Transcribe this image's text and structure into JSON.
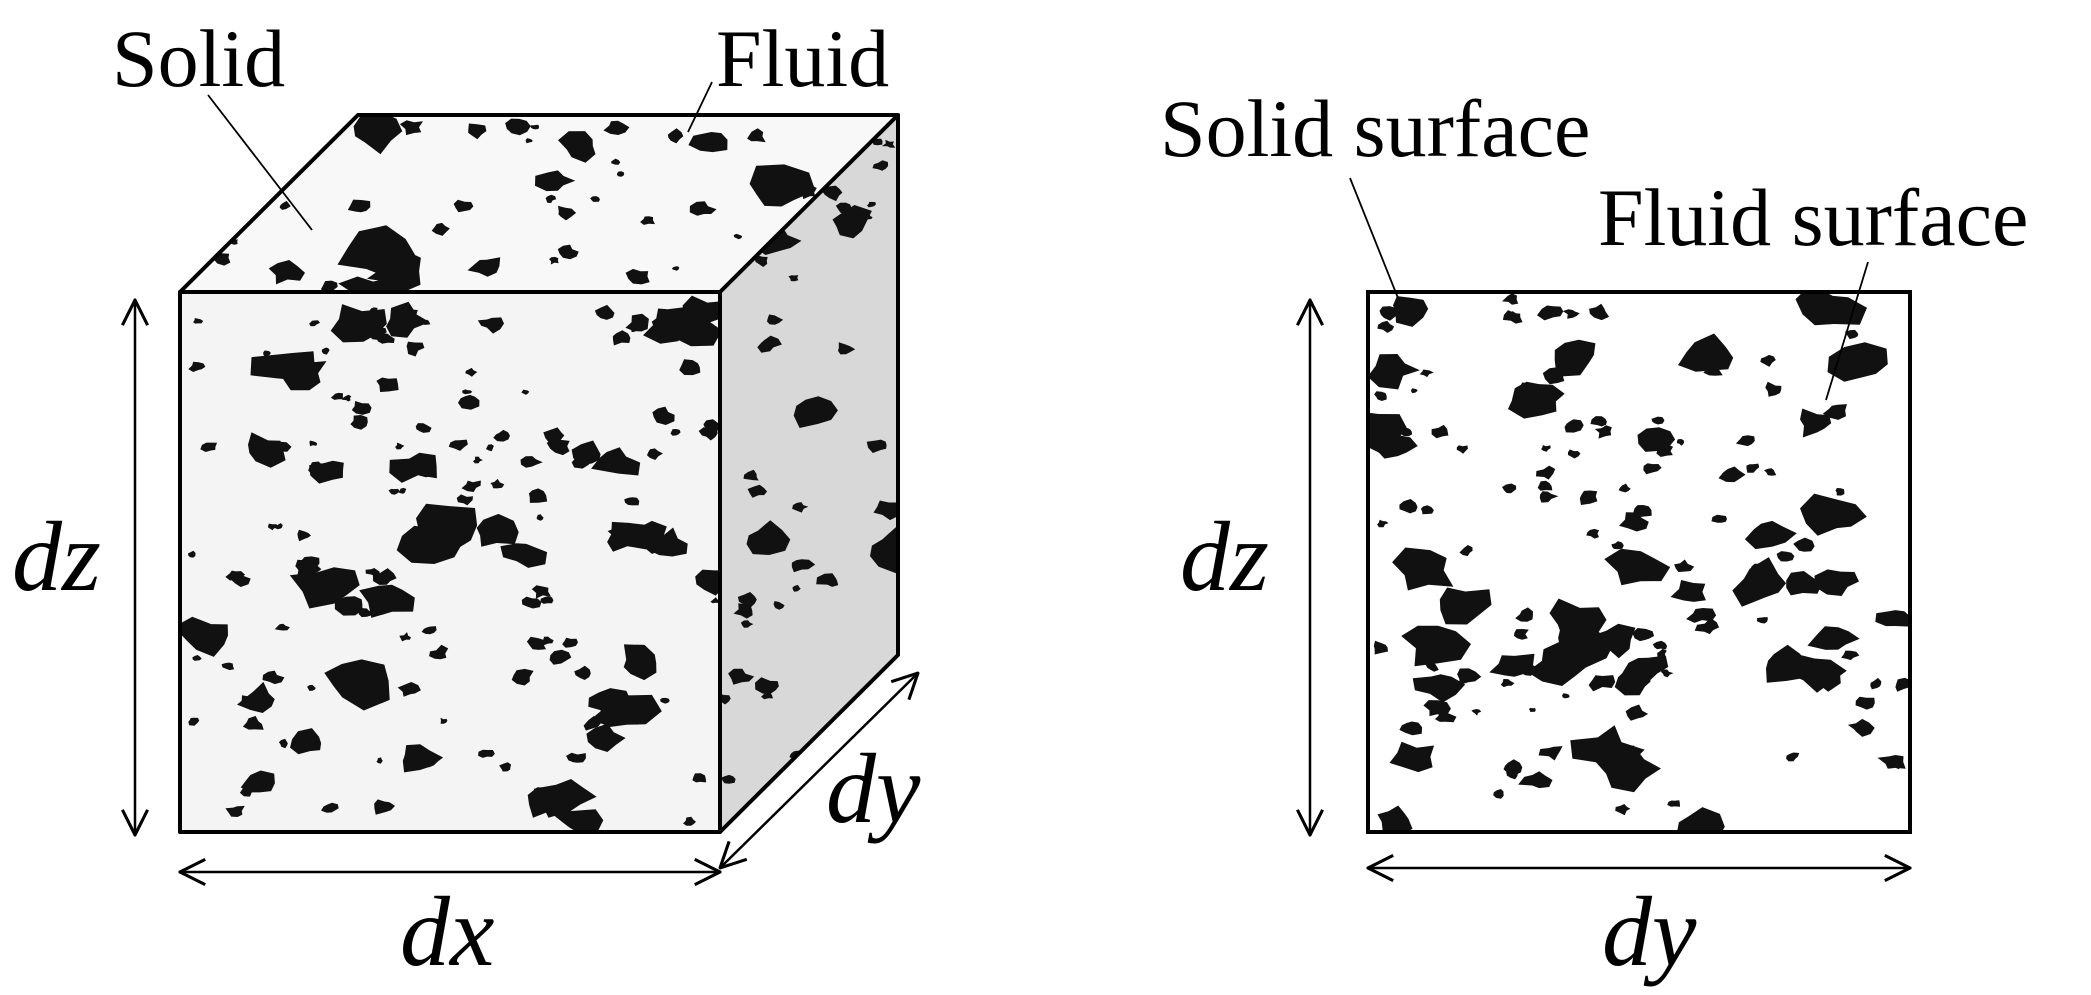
{
  "labels": {
    "solid": "Solid",
    "fluid": "Fluid",
    "solid_surface": "Solid surface",
    "fluid_surface": "Fluid surface",
    "cube_dz": "dz",
    "cube_dx": "dx",
    "cube_dy": "dy",
    "square_dz": "dz",
    "square_dy": "dy"
  },
  "colors": {
    "solid": "#111111",
    "fluid_front": "#f4f4f4",
    "fluid_top": "#f8f8f8",
    "side_face": "#d8d8d8",
    "surface_fluid": "#ffffff",
    "outline": "#000000"
  }
}
